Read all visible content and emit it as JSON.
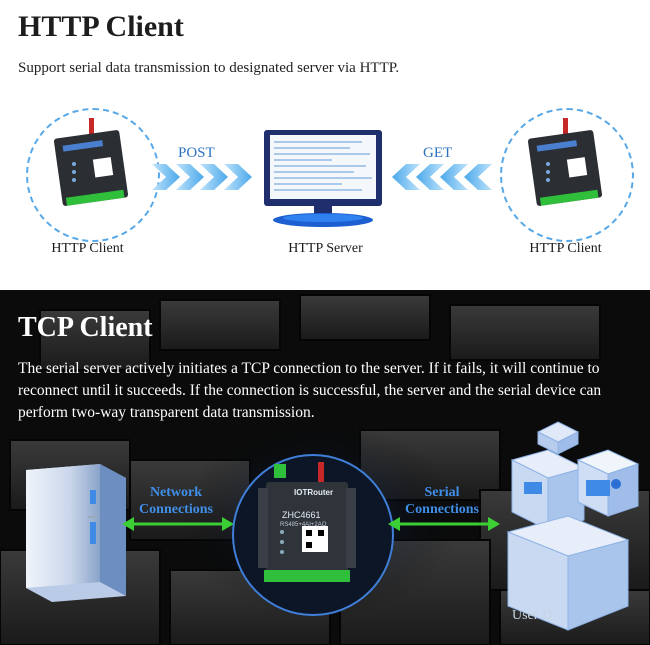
{
  "http": {
    "title": "HTTP Client",
    "subtitle": "Support serial data transmission to designated server via HTTP.",
    "left_label": "HTTP Client",
    "center_label": "HTTP Server",
    "right_label": "HTTP Client",
    "post_label": "POST",
    "get_label": "GET"
  },
  "tcp": {
    "title": "TCP Client",
    "description": "The serial server actively initiates a TCP connection to the server. If it fails, it will continue to reconnect until it succeeds. If the connection is successful, the server and the serial device can perform two-way transparent data transmission.",
    "network_label": "Network Connections",
    "serial_label": "Serial Connections",
    "user_label": "User D",
    "device_brand": "IOTRouter",
    "device_model": "ZHC4661",
    "device_sub": "RS485+4AI+2AO"
  },
  "colors": {
    "accent_blue": "#2b72c0",
    "dashed_circle": "#58a8e8",
    "green_arrow": "#3ccf35",
    "device_green": "#2fbf3a"
  }
}
